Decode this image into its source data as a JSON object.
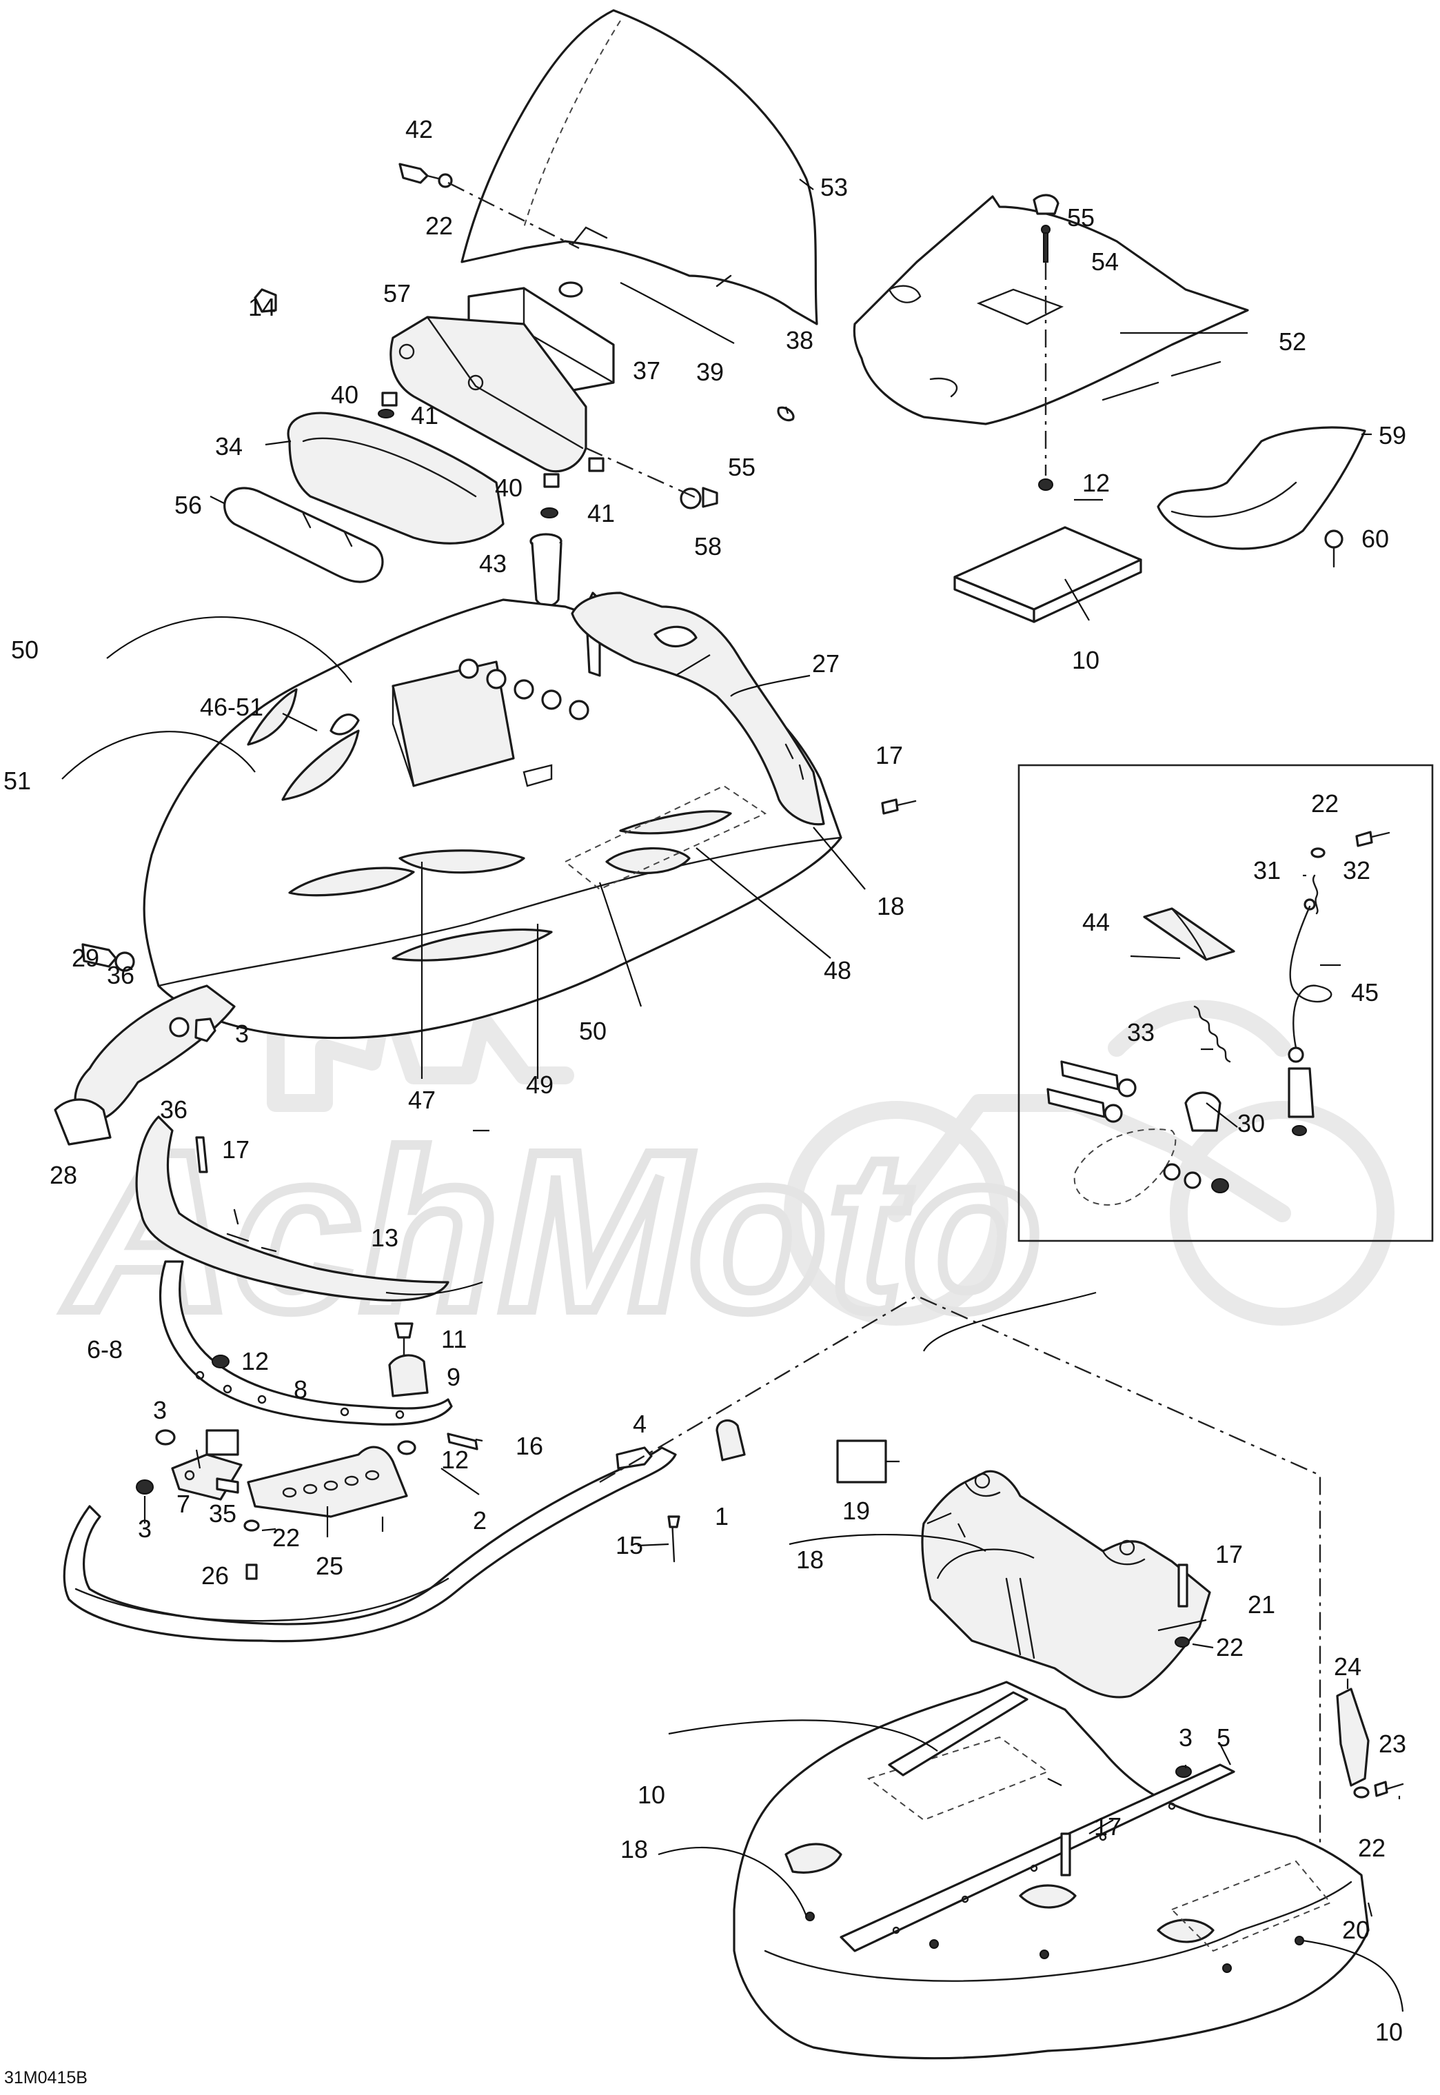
{
  "diagram": {
    "reference_code": "31M0415B",
    "watermark": "AchMoto",
    "callouts": [
      {
        "id": "c42",
        "text": "42"
      },
      {
        "id": "c22a",
        "text": "22"
      },
      {
        "id": "c53",
        "text": "53"
      },
      {
        "id": "c55a",
        "text": "55"
      },
      {
        "id": "c54",
        "text": "54"
      },
      {
        "id": "c14",
        "text": "14"
      },
      {
        "id": "c57",
        "text": "57"
      },
      {
        "id": "c37",
        "text": "37"
      },
      {
        "id": "c39",
        "text": "39"
      },
      {
        "id": "c38",
        "text": "38"
      },
      {
        "id": "c52",
        "text": "52"
      },
      {
        "id": "c40a",
        "text": "40"
      },
      {
        "id": "c41a",
        "text": "41"
      },
      {
        "id": "c34",
        "text": "34"
      },
      {
        "id": "c55b",
        "text": "55"
      },
      {
        "id": "c40b",
        "text": "40"
      },
      {
        "id": "c56",
        "text": "56"
      },
      {
        "id": "c41b",
        "text": "41"
      },
      {
        "id": "c58",
        "text": "58"
      },
      {
        "id": "c12a",
        "text": "12"
      },
      {
        "id": "c59",
        "text": "59"
      },
      {
        "id": "c43",
        "text": "43"
      },
      {
        "id": "c60",
        "text": "60"
      },
      {
        "id": "c10a",
        "text": "10"
      },
      {
        "id": "c50a",
        "text": "50"
      },
      {
        "id": "c27",
        "text": "27"
      },
      {
        "id": "c4651",
        "text": "46-51"
      },
      {
        "id": "c51",
        "text": "51"
      },
      {
        "id": "c17a",
        "text": "17"
      },
      {
        "id": "c22b",
        "text": "22"
      },
      {
        "id": "c31",
        "text": "31"
      },
      {
        "id": "c32",
        "text": "32"
      },
      {
        "id": "c18a",
        "text": "18"
      },
      {
        "id": "c44",
        "text": "44"
      },
      {
        "id": "c48",
        "text": "48"
      },
      {
        "id": "c45",
        "text": "45"
      },
      {
        "id": "c29",
        "text": "29"
      },
      {
        "id": "c36a",
        "text": "36"
      },
      {
        "id": "c50b",
        "text": "50"
      },
      {
        "id": "c33",
        "text": "33"
      },
      {
        "id": "c3a",
        "text": "3"
      },
      {
        "id": "c47",
        "text": "47"
      },
      {
        "id": "c49",
        "text": "49"
      },
      {
        "id": "c36b",
        "text": "36"
      },
      {
        "id": "c30",
        "text": "30"
      },
      {
        "id": "c17b",
        "text": "17"
      },
      {
        "id": "c28",
        "text": "28"
      },
      {
        "id": "c13",
        "text": "13"
      },
      {
        "id": "c68",
        "text": "6-8"
      },
      {
        "id": "c11",
        "text": "11"
      },
      {
        "id": "c12b",
        "text": "12"
      },
      {
        "id": "c8",
        "text": "8"
      },
      {
        "id": "c9",
        "text": "9"
      },
      {
        "id": "c3b",
        "text": "3"
      },
      {
        "id": "c4",
        "text": "4"
      },
      {
        "id": "c16",
        "text": "16"
      },
      {
        "id": "c12c",
        "text": "12"
      },
      {
        "id": "c1",
        "text": "1"
      },
      {
        "id": "c7",
        "text": "7"
      },
      {
        "id": "c3c",
        "text": "3"
      },
      {
        "id": "c35",
        "text": "35"
      },
      {
        "id": "c19",
        "text": "19"
      },
      {
        "id": "c2",
        "text": "2"
      },
      {
        "id": "c22c",
        "text": "22"
      },
      {
        "id": "c15",
        "text": "15"
      },
      {
        "id": "c25",
        "text": "25"
      },
      {
        "id": "c26",
        "text": "26"
      },
      {
        "id": "c18b",
        "text": "18"
      },
      {
        "id": "c17c",
        "text": "17"
      },
      {
        "id": "c21",
        "text": "21"
      },
      {
        "id": "c22d",
        "text": "22"
      },
      {
        "id": "c24",
        "text": "24"
      },
      {
        "id": "c3d",
        "text": "3"
      },
      {
        "id": "c5",
        "text": "5"
      },
      {
        "id": "c23",
        "text": "23"
      },
      {
        "id": "c10b",
        "text": "10"
      },
      {
        "id": "c17d",
        "text": "17"
      },
      {
        "id": "c22e",
        "text": "22"
      },
      {
        "id": "c18c",
        "text": "18"
      },
      {
        "id": "c20",
        "text": "20"
      },
      {
        "id": "c10c",
        "text": "10"
      }
    ]
  }
}
